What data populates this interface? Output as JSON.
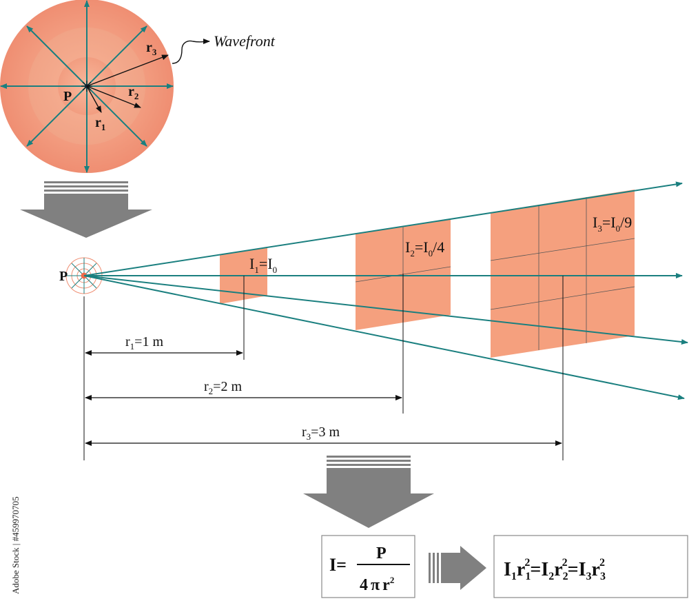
{
  "wavefront_figure": {
    "label_wavefront": "Wavefront",
    "label_point": "P",
    "radius_labels": [
      {
        "main": "r",
        "sub": "1"
      },
      {
        "main": "r",
        "sub": "2"
      },
      {
        "main": "r",
        "sub": "3"
      }
    ]
  },
  "perspective_figure": {
    "label_point": "P",
    "intensity_labels": [
      {
        "i": "I",
        "sub": "1",
        "eq": "=",
        "rhs": "I",
        "rhs_sub": "0",
        "tail": ""
      },
      {
        "i": "I",
        "sub": "2",
        "eq": "=",
        "rhs": "I",
        "rhs_sub": "0",
        "tail": "/4"
      },
      {
        "i": "I",
        "sub": "3",
        "eq": "=",
        "rhs": "I",
        "rhs_sub": "0",
        "tail": "/9"
      }
    ],
    "distances": [
      {
        "main": "r",
        "sub": "1",
        "rest": "=1 m"
      },
      {
        "main": "r",
        "sub": "2",
        "rest": "=2 m"
      },
      {
        "main": "r",
        "sub": "3",
        "rest": "=3 m"
      }
    ]
  },
  "formula_left": {
    "lhs": "I",
    "eq": "=",
    "numerator": "P",
    "denominator": "4",
    "pi": "π",
    "r": "r",
    "exp": "2"
  },
  "formula_right": {
    "terms": [
      {
        "i": "I",
        "isub": "1",
        "r": "r",
        "rsub": "1",
        "rsup": "2"
      },
      {
        "i": "I",
        "isub": "2",
        "r": "r",
        "rsub": "2",
        "rsup": "2"
      },
      {
        "i": "I",
        "isub": "3",
        "r": "r",
        "rsub": "3",
        "rsup": "2"
      }
    ],
    "eq": "="
  },
  "watermark": {
    "side_text": "Adobe Stock | #459970705"
  },
  "colors": {
    "teal": "#1a7f7f",
    "salmon": "#f5a07e",
    "arrow_gray": "#808080"
  }
}
